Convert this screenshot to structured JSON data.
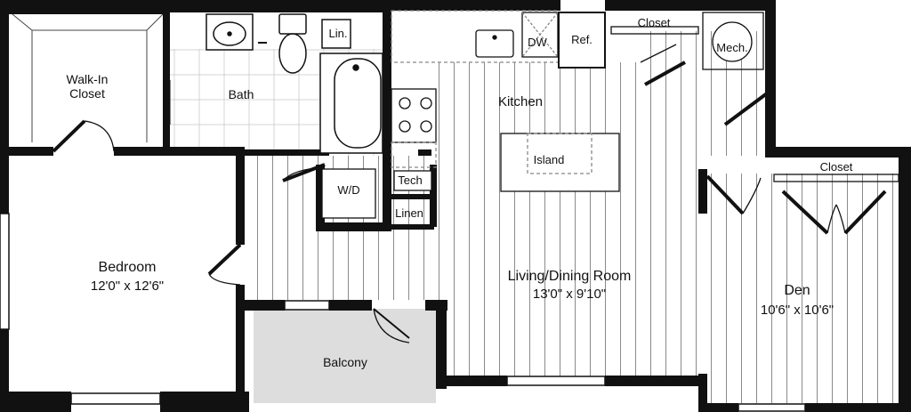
{
  "rooms": {
    "walk_in_closet": {
      "line1": "Walk-In",
      "line2": "Closet"
    },
    "bath": {
      "name": "Bath"
    },
    "linen_bath": {
      "name": "Lin."
    },
    "dishwasher": {
      "name": "DW"
    },
    "refrigerator": {
      "name": "Ref."
    },
    "closet_entry": {
      "name": "Closet"
    },
    "mechanical": {
      "name": "Mech."
    },
    "kitchen": {
      "name": "Kitchen"
    },
    "island": {
      "name": "Island"
    },
    "washer_dryer": {
      "name": "W/D"
    },
    "tech": {
      "name": "Tech"
    },
    "linen": {
      "name": "Linen"
    },
    "bedroom": {
      "name": "Bedroom",
      "dimensions": "12'0\" x 12'6\""
    },
    "living_dining": {
      "name": "Living/Dining Room",
      "dimensions": "13'0\" x 9'10\""
    },
    "den": {
      "name": "Den",
      "dimensions": "10'6\" x 10'6\""
    },
    "closet_den": {
      "name": "Closet"
    },
    "balcony": {
      "name": "Balcony"
    }
  },
  "colors": {
    "wall": "#111111",
    "floor_line": "#8a8a8a",
    "balcony_fill": "#dddddd",
    "tile_line": "#777777"
  }
}
